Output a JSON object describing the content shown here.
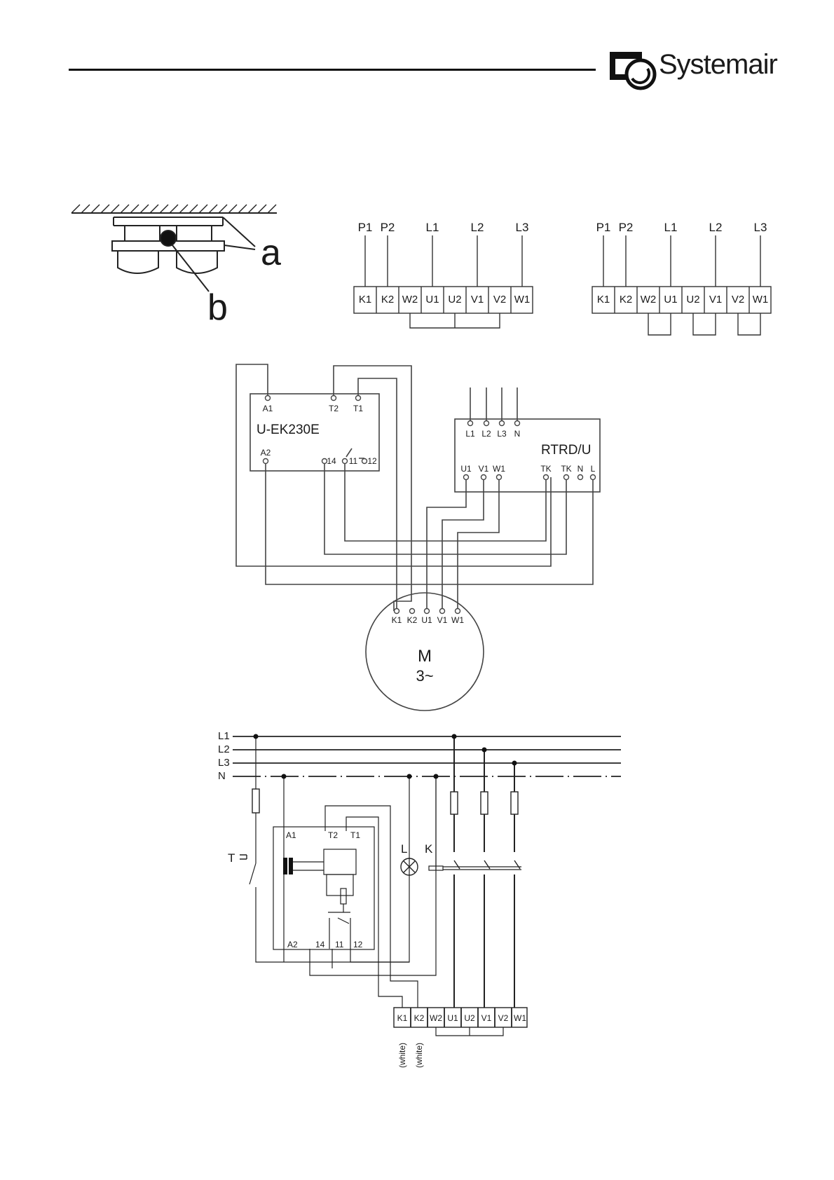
{
  "brand": {
    "name": "Systemair"
  },
  "mount_figure": {
    "label_a": "a",
    "label_b": "b"
  },
  "terminals": [
    "K1",
    "K2",
    "W2",
    "U1",
    "U2",
    "V1",
    "V2",
    "W1"
  ],
  "supply": [
    "P1",
    "P2",
    "L1",
    "L2",
    "L3"
  ],
  "wiring": {
    "relay": {
      "name": "U-EK230E",
      "pins": [
        "A1",
        "T2",
        "T1",
        "A2",
        "14",
        "11",
        "12"
      ]
    },
    "controller": {
      "name": "RTRD/U",
      "inputs": [
        "L1",
        "L2",
        "L3",
        "N"
      ],
      "outputs": [
        "U1",
        "V1",
        "W1",
        "TK",
        "TK",
        "N",
        "L"
      ]
    },
    "motor": {
      "name": "M",
      "phase": "3~",
      "pins": [
        "K1",
        "K2",
        "U1",
        "V1",
        "W1"
      ]
    }
  },
  "schematic": {
    "bus": [
      "L1",
      "L2",
      "L3",
      "N"
    ],
    "switch": "T",
    "lamp": "L",
    "contactor": "K",
    "relay_pins": [
      "A1",
      "T2",
      "T1",
      "A2",
      "14",
      "11",
      "12"
    ],
    "terminals": [
      "K1",
      "K2",
      "W2",
      "U1",
      "U2",
      "V1",
      "V2",
      "W1"
    ],
    "wire_note": "(white)"
  }
}
